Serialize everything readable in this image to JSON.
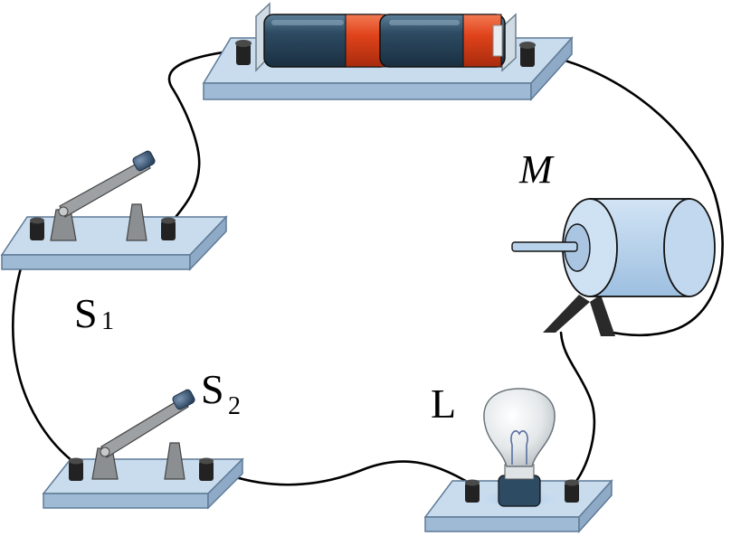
{
  "labels": {
    "switch1": {
      "main": "S",
      "sub": "1"
    },
    "switch2": {
      "main": "S",
      "sub": "2"
    },
    "lamp": "L",
    "motor": "M"
  },
  "colors": {
    "board_top": "#c9dcee",
    "board_side": "#9fbad4",
    "battery_body": "#2d4b63",
    "battery_band": "#e0431b",
    "terminal": "#222222",
    "switch_metal": "#8c8f91",
    "motor_body": "#b8d2ec",
    "wire": "#000000"
  }
}
